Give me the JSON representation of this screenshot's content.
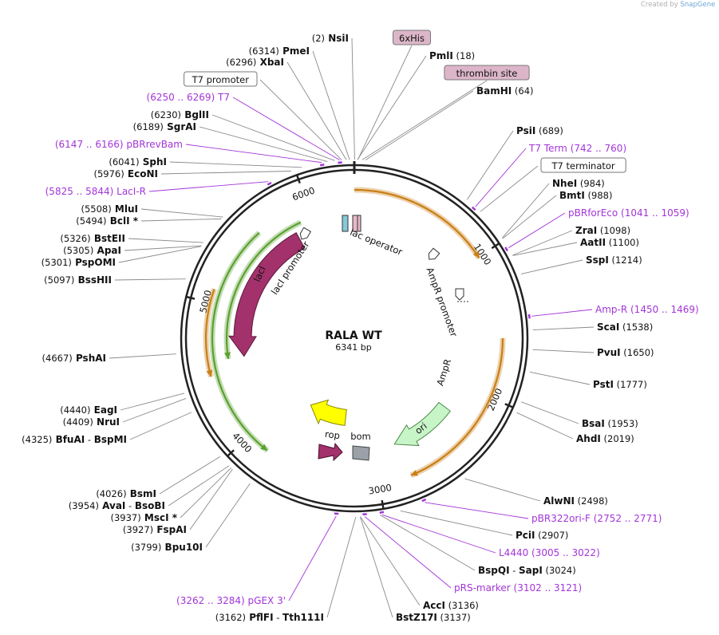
{
  "credit": {
    "created_by": "Created by",
    "brand": "SnapGene"
  },
  "plasmid": {
    "name": "RALA WT",
    "length": "6341 bp",
    "total_bp": 6341
  },
  "ticks": [
    {
      "bp": 1000,
      "label": "1000"
    },
    {
      "bp": 2000,
      "label": "2000"
    },
    {
      "bp": 3000,
      "label": "3000"
    },
    {
      "bp": 4000,
      "label": "4000"
    },
    {
      "bp": 5000,
      "label": "5000"
    },
    {
      "bp": 6000,
      "label": "6000"
    }
  ],
  "sites": [
    {
      "name": "NsiI",
      "pos": "(2)",
      "bp": 2,
      "side": "left",
      "kind": "enzyme"
    },
    {
      "name": "6xHis",
      "bp": 20,
      "side": "center",
      "kind": "tag"
    },
    {
      "name": "PmlI",
      "pos": "(18)",
      "bp": 18,
      "side": "right",
      "kind": "enzyme"
    },
    {
      "name": "thrombin site",
      "bp": 45,
      "side": "right",
      "kind": "tag"
    },
    {
      "name": "BamHI",
      "pos": "(64)",
      "bp": 64,
      "side": "right",
      "kind": "enzyme"
    },
    {
      "name": "PsiI",
      "pos": "(689)",
      "bp": 689,
      "side": "right",
      "kind": "enzyme"
    },
    {
      "name": "T7 Term",
      "pos": "(742 .. 760)",
      "bp": 751,
      "side": "right",
      "kind": "primer"
    },
    {
      "name": "T7 terminator",
      "bp": 790,
      "side": "right",
      "kind": "boxed"
    },
    {
      "name": "NheI",
      "pos": "(984)",
      "bp": 984,
      "side": "right",
      "kind": "enzyme"
    },
    {
      "name": "BmtI",
      "pos": "(988)",
      "bp": 988,
      "side": "right",
      "kind": "enzyme"
    },
    {
      "name": "pBRforEco",
      "pos": "(1041 .. 1059)",
      "bp": 1050,
      "side": "right",
      "kind": "primer"
    },
    {
      "name": "ZraI",
      "pos": "(1098)",
      "bp": 1098,
      "side": "right",
      "kind": "enzyme"
    },
    {
      "name": "AatII",
      "pos": "(1100)",
      "bp": 1100,
      "side": "right",
      "kind": "enzyme"
    },
    {
      "name": "SspI",
      "pos": "(1214)",
      "bp": 1214,
      "side": "right",
      "kind": "enzyme"
    },
    {
      "name": "Amp-R",
      "pos": "(1450 .. 1469)",
      "bp": 1460,
      "side": "right",
      "kind": "primer"
    },
    {
      "name": "ScaI",
      "pos": "(1538)",
      "bp": 1538,
      "side": "right",
      "kind": "enzyme"
    },
    {
      "name": "PvuI",
      "pos": "(1650)",
      "bp": 1650,
      "side": "right",
      "kind": "enzyme"
    },
    {
      "name": "PstI",
      "pos": "(1777)",
      "bp": 1777,
      "side": "right",
      "kind": "enzyme"
    },
    {
      "name": "BsaI",
      "pos": "(1953)",
      "bp": 1953,
      "side": "right",
      "kind": "enzyme"
    },
    {
      "name": "AhdI",
      "pos": "(2019)",
      "bp": 2019,
      "side": "right",
      "kind": "enzyme"
    },
    {
      "name": "AlwNI",
      "pos": "(2498)",
      "bp": 2498,
      "side": "right",
      "kind": "enzyme"
    },
    {
      "name": "pBR322ori-F",
      "pos": "(2752 .. 2771)",
      "bp": 2761,
      "side": "right",
      "kind": "primer"
    },
    {
      "name": "PciI",
      "pos": "(2907)",
      "bp": 2907,
      "side": "right",
      "kind": "enzyme"
    },
    {
      "name": "L4440",
      "pos": "(3005 .. 3022)",
      "bp": 3013,
      "side": "right",
      "kind": "primer"
    },
    {
      "name": "BspQI",
      "name2": "SapI",
      "pos": "(3024)",
      "bp": 3024,
      "side": "right",
      "kind": "enzyme"
    },
    {
      "name": "pRS-marker",
      "pos": "(3102 .. 3121)",
      "bp": 3111,
      "side": "right",
      "kind": "primer"
    },
    {
      "name": "AccI",
      "pos": "(3136)",
      "bp": 3136,
      "side": "right",
      "kind": "enzyme"
    },
    {
      "name": "BstZ17I",
      "pos": "(3137)",
      "bp": 3137,
      "side": "right",
      "kind": "enzyme"
    },
    {
      "name": "PflFI",
      "name2": "Tth111I",
      "pos": "(3162)",
      "bp": 3162,
      "side": "left",
      "kind": "enzyme"
    },
    {
      "name": "pGEX 3'",
      "pos": "(3262 .. 3284)",
      "bp": 3273,
      "side": "left",
      "kind": "primer"
    },
    {
      "name": "Bpu10I",
      "pos": "(3799)",
      "bp": 3799,
      "side": "left",
      "kind": "enzyme"
    },
    {
      "name": "FspAI",
      "pos": "(3927)",
      "bp": 3927,
      "side": "left",
      "kind": "enzyme"
    },
    {
      "name": "MscI",
      "star": "*",
      "pos": "(3937)",
      "bp": 3937,
      "side": "left",
      "kind": "enzyme"
    },
    {
      "name": "AvaI",
      "name2": "BsoBI",
      "pos": "(3954)",
      "bp": 3954,
      "side": "left",
      "kind": "enzyme"
    },
    {
      "name": "BsmI",
      "pos": "(4026)",
      "bp": 4026,
      "side": "left",
      "kind": "enzyme"
    },
    {
      "name": "BfuAI",
      "name2": "BspMI",
      "pos": "(4325)",
      "bp": 4325,
      "side": "left",
      "kind": "enzyme"
    },
    {
      "name": "NruI",
      "pos": "(4409)",
      "bp": 4409,
      "side": "left",
      "kind": "enzyme"
    },
    {
      "name": "EagI",
      "pos": "(4440)",
      "bp": 4440,
      "side": "left",
      "kind": "enzyme"
    },
    {
      "name": "PshAI",
      "pos": "(4667)",
      "bp": 4667,
      "side": "left",
      "kind": "enzyme"
    },
    {
      "name": "BssHII",
      "pos": "(5097)",
      "bp": 5097,
      "side": "left",
      "kind": "enzyme"
    },
    {
      "name": "PspOMI",
      "pos": "(5301)",
      "bp": 5301,
      "side": "left",
      "kind": "enzyme"
    },
    {
      "name": "ApaI",
      "pos": "(5305)",
      "bp": 5305,
      "side": "left",
      "kind": "enzyme"
    },
    {
      "name": "BstEII",
      "pos": "(5326)",
      "bp": 5326,
      "side": "left",
      "kind": "enzyme"
    },
    {
      "name": "BclI",
      "star": "*",
      "pos": "(5494)",
      "bp": 5494,
      "side": "left",
      "kind": "enzyme"
    },
    {
      "name": "MluI",
      "pos": "(5508)",
      "bp": 5508,
      "side": "left",
      "kind": "enzyme"
    },
    {
      "name": "LacI-R",
      "pos": "(5825 .. 5844)",
      "bp": 5834,
      "side": "left",
      "kind": "primer"
    },
    {
      "name": "EcoNI",
      "pos": "(5976)",
      "bp": 5976,
      "side": "left",
      "kind": "enzyme"
    },
    {
      "name": "SphI",
      "pos": "(6041)",
      "bp": 6041,
      "side": "left",
      "kind": "enzyme"
    },
    {
      "name": "pBRrevBam",
      "pos": "(6147 .. 6166)",
      "bp": 6156,
      "side": "left",
      "kind": "primer"
    },
    {
      "name": "SgrAI",
      "pos": "(6189)",
      "bp": 6189,
      "side": "left",
      "kind": "enzyme"
    },
    {
      "name": "BglII",
      "pos": "(6230)",
      "bp": 6230,
      "side": "left",
      "kind": "enzyme"
    },
    {
      "name": "T7",
      "pos": "(6250 .. 6269)",
      "bp": 6259,
      "side": "left",
      "kind": "primer"
    },
    {
      "name": "T7 promoter",
      "bp": 6270,
      "side": "left",
      "kind": "boxed"
    },
    {
      "name": "XbaI",
      "pos": "(6296)",
      "bp": 6296,
      "side": "left",
      "kind": "enzyme"
    },
    {
      "name": "PmeI",
      "pos": "(6314)",
      "bp": 6314,
      "side": "left",
      "kind": "enzyme"
    }
  ],
  "features": [
    {
      "name": "lacI",
      "type": "cds",
      "start": 5004,
      "end": 6094,
      "color": "#a3316b"
    },
    {
      "name": "lacI promoter",
      "type": "promoter",
      "start": 6095,
      "end": 6172,
      "color": "#ffffff"
    },
    {
      "name": "lac operator",
      "type": "operator",
      "bp": 6330
    },
    {
      "name": "AmpR promoter",
      "type": "promoter",
      "start": 1271,
      "end": 1375,
      "color": "#ffffff"
    },
    {
      "name": "AmpR",
      "type": "cds",
      "start": 1376,
      "end": 2236,
      "color": "#c8f5c8"
    },
    {
      "name": "ori",
      "type": "ori",
      "start": 2407,
      "end": 2995,
      "color": "#ffff00"
    },
    {
      "name": "rop",
      "type": "cds",
      "color": "#a3316b"
    },
    {
      "name": "bom",
      "type": "misc",
      "color": "#9aa1a8"
    }
  ],
  "colors": {
    "orange_arc": "#e8a13a",
    "green_arc": "#5aa12e",
    "primer": "#a335d8",
    "tag_fill": "#dcb6c8",
    "backbone": "#222222"
  }
}
